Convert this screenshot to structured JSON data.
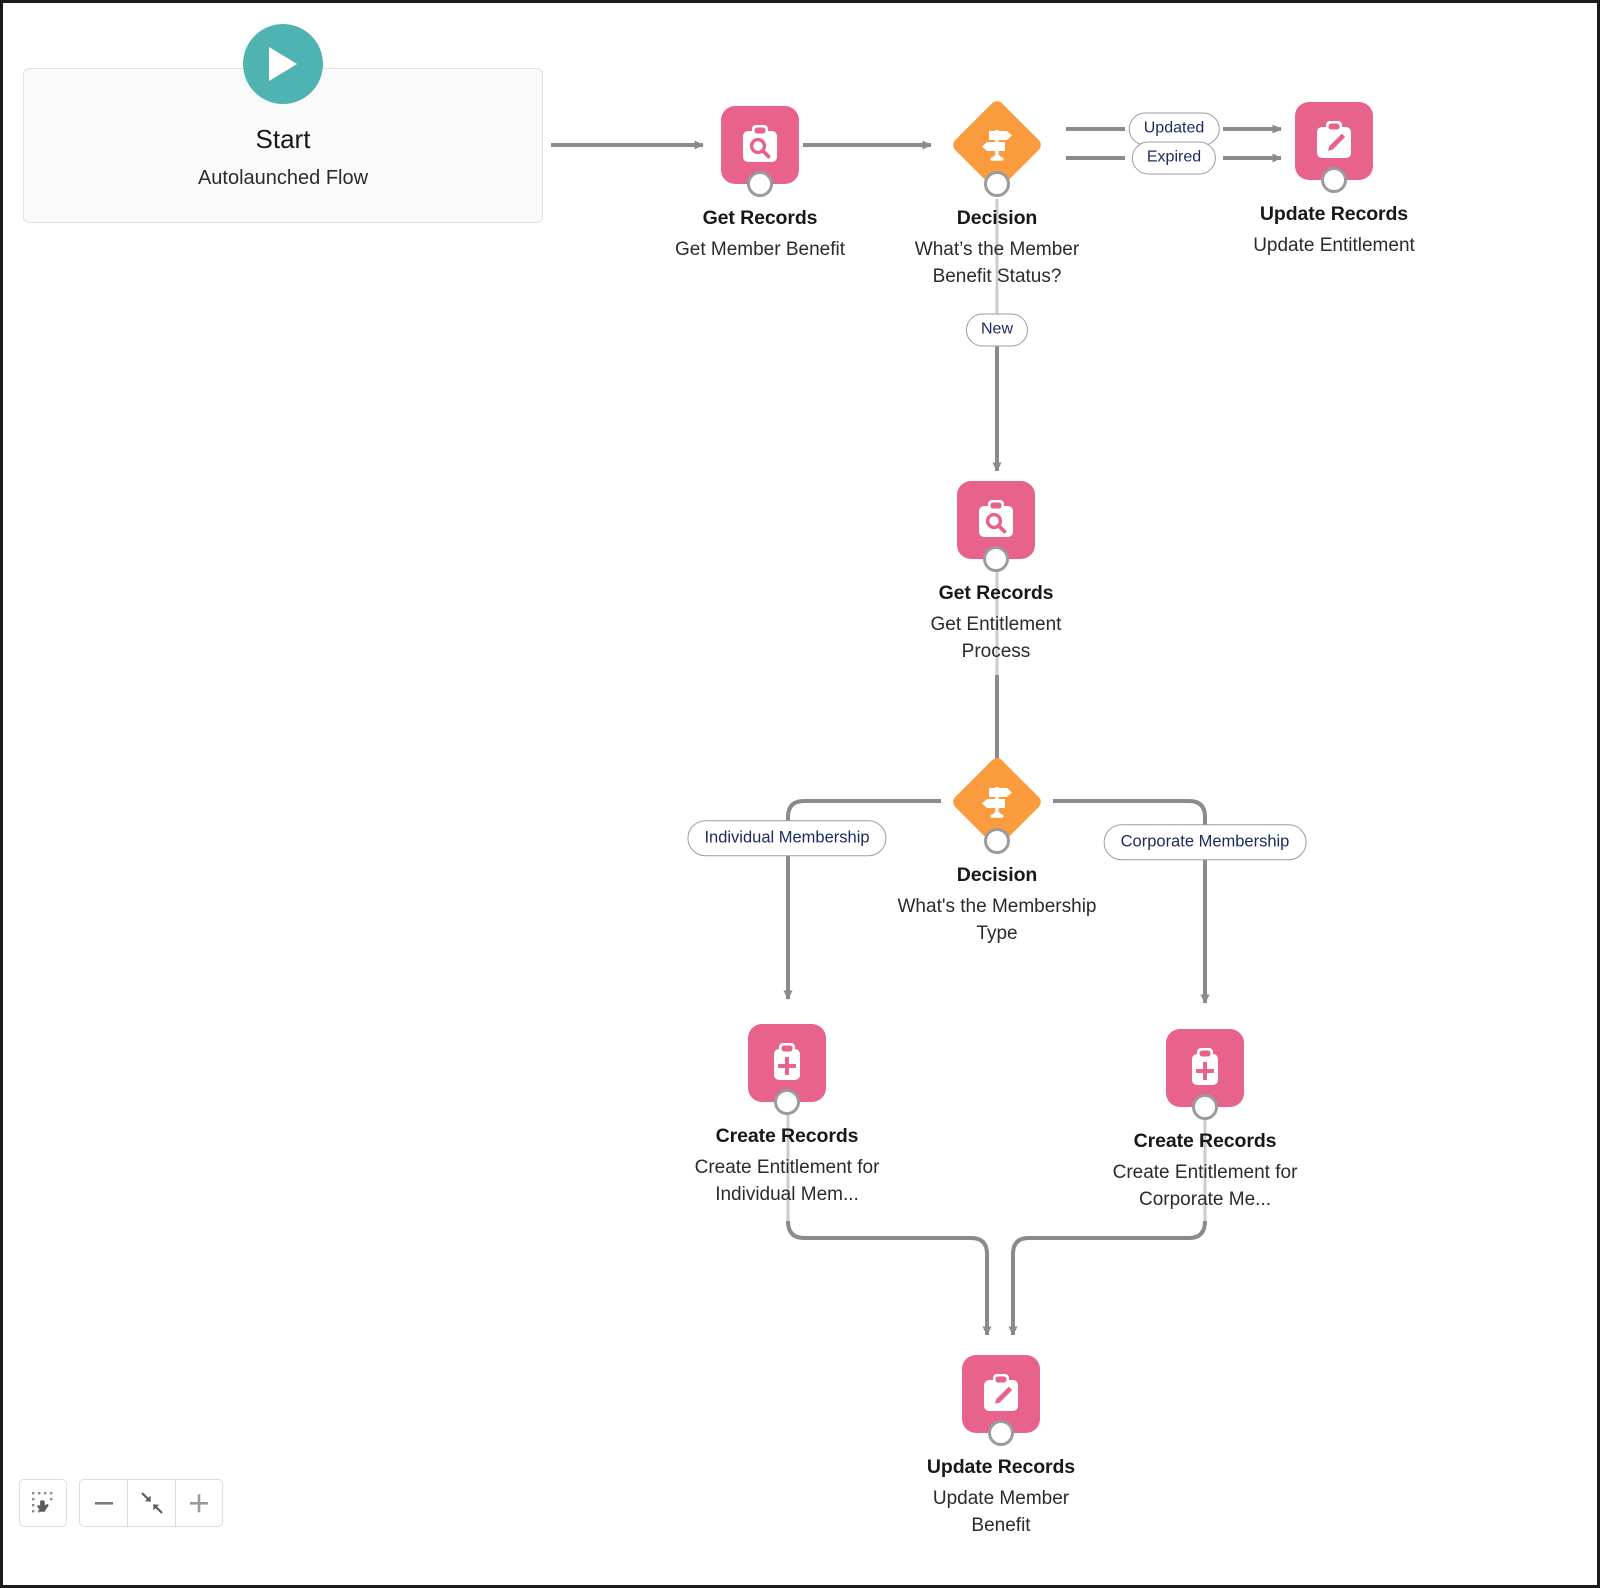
{
  "canvas": {
    "background_color": "#ffffff",
    "border_color": "#1b1b1b"
  },
  "palette": {
    "record_node": "#e8638c",
    "decision_node": "#fa9b3d",
    "start_node": "#4fb3b2",
    "connector": "#8a8a8f",
    "pill_text": "#1b2a5e",
    "pill_border": "#9b9ba1"
  },
  "start": {
    "icon": "play-icon",
    "title": "Start",
    "subtitle": "Autolaunched Flow"
  },
  "nodes": [
    {
      "id": "get-member-benefit",
      "type": "get-records",
      "icon": "clipboard-search-icon",
      "title": "Get Records",
      "subtitle": "Get Member Benefit"
    },
    {
      "id": "decision-benefit-status",
      "type": "decision",
      "icon": "signpost-icon",
      "title": "Decision",
      "subtitle": "What’s the Member Benefit Status?"
    },
    {
      "id": "update-entitlement",
      "type": "update-records",
      "icon": "clipboard-pencil-icon",
      "title": "Update Records",
      "subtitle": "Update Entitlement"
    },
    {
      "id": "get-entitlement-process",
      "type": "get-records",
      "icon": "clipboard-search-icon",
      "title": "Get Records",
      "subtitle": "Get Entitlement Process"
    },
    {
      "id": "decision-membership-type",
      "type": "decision",
      "icon": "signpost-icon",
      "title": "Decision",
      "subtitle": "What's the Membership Type"
    },
    {
      "id": "create-entitlement-individual",
      "type": "create-records",
      "icon": "clipboard-plus-icon",
      "title": "Create Records",
      "subtitle": "Create Entitlement for Individual Mem..."
    },
    {
      "id": "create-entitlement-corporate",
      "type": "create-records",
      "icon": "clipboard-plus-icon",
      "title": "Create Records",
      "subtitle": "Create Entitlement for Corporate Me..."
    },
    {
      "id": "update-member-benefit",
      "type": "update-records",
      "icon": "clipboard-pencil-icon",
      "title": "Update Records",
      "subtitle": "Update Member Benefit"
    }
  ],
  "branch_labels": {
    "updated": "Updated",
    "expired": "Expired",
    "new": "New",
    "individual_membership": "Individual Membership",
    "corporate_membership": "Corporate Membership"
  },
  "controls": [
    {
      "id": "select-mode",
      "icon": "marquee-select-icon",
      "label": "Select Mode"
    },
    {
      "id": "zoom-out",
      "icon": "minus-icon",
      "label": "Zoom Out"
    },
    {
      "id": "zoom-to-fit",
      "icon": "zoom-to-fit-icon",
      "label": "Zoom To Fit"
    },
    {
      "id": "zoom-in",
      "icon": "plus-icon",
      "label": "Zoom In"
    }
  ]
}
